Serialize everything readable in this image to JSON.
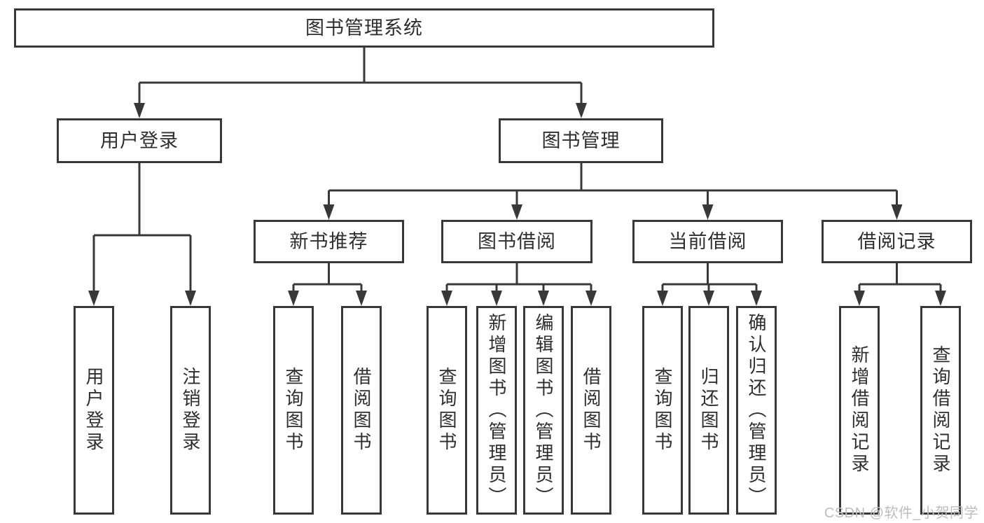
{
  "colors": {
    "background": "#ffffff",
    "line": "#383838",
    "text": "#2e2e2e",
    "watermark": "#bdbdbd"
  },
  "watermark": {
    "text": "CSDN @软件_小贺同学"
  },
  "tree": {
    "root": {
      "label": "图书管理系统"
    },
    "branches": [
      {
        "label": "用户登录",
        "children": [
          {
            "label": "用户登录"
          },
          {
            "label": "注销登录"
          }
        ]
      },
      {
        "label": "图书管理",
        "sections": [
          {
            "label": "新书推荐",
            "children": [
              {
                "label": "查询图书"
              },
              {
                "label": "借阅图书"
              }
            ]
          },
          {
            "label": "图书借阅",
            "children": [
              {
                "label": "查询图书"
              },
              {
                "label": "新增图书（管理员）"
              },
              {
                "label": "编辑图书（管理员）"
              },
              {
                "label": "借阅图书"
              }
            ]
          },
          {
            "label": "当前借阅",
            "children": [
              {
                "label": "查询图书"
              },
              {
                "label": "归还图书"
              },
              {
                "label": "确认归还（管理员）"
              }
            ]
          },
          {
            "label": "借阅记录",
            "children": [
              {
                "label": "新增借阅记录"
              },
              {
                "label": "查询借阅记录"
              }
            ]
          }
        ]
      }
    ]
  }
}
